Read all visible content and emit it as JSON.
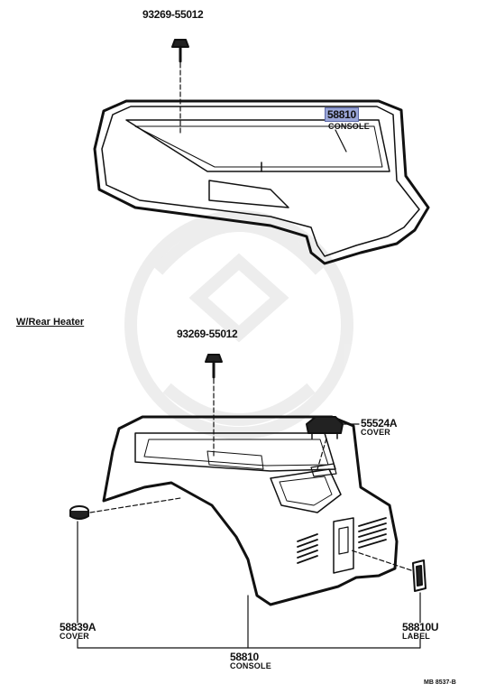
{
  "upper": {
    "bolt_part": "93269-55012",
    "console_part": "58810",
    "console_name": "CONSOLE"
  },
  "lower": {
    "section_label": "W/Rear Heater",
    "bolt_part": "93269-55012",
    "cover_right_part": "55524A",
    "cover_right_name": "COVER",
    "cover_left_part": "58839A",
    "cover_left_name": "COVER",
    "label_part": "58810U",
    "label_name": "LABEL",
    "console_part": "58810",
    "console_name": "CONSOLE"
  },
  "footer_code": "MB 8537-B",
  "colors": {
    "highlight": "#9aa6d8",
    "line": "#111111",
    "watermark": "#ececec"
  }
}
